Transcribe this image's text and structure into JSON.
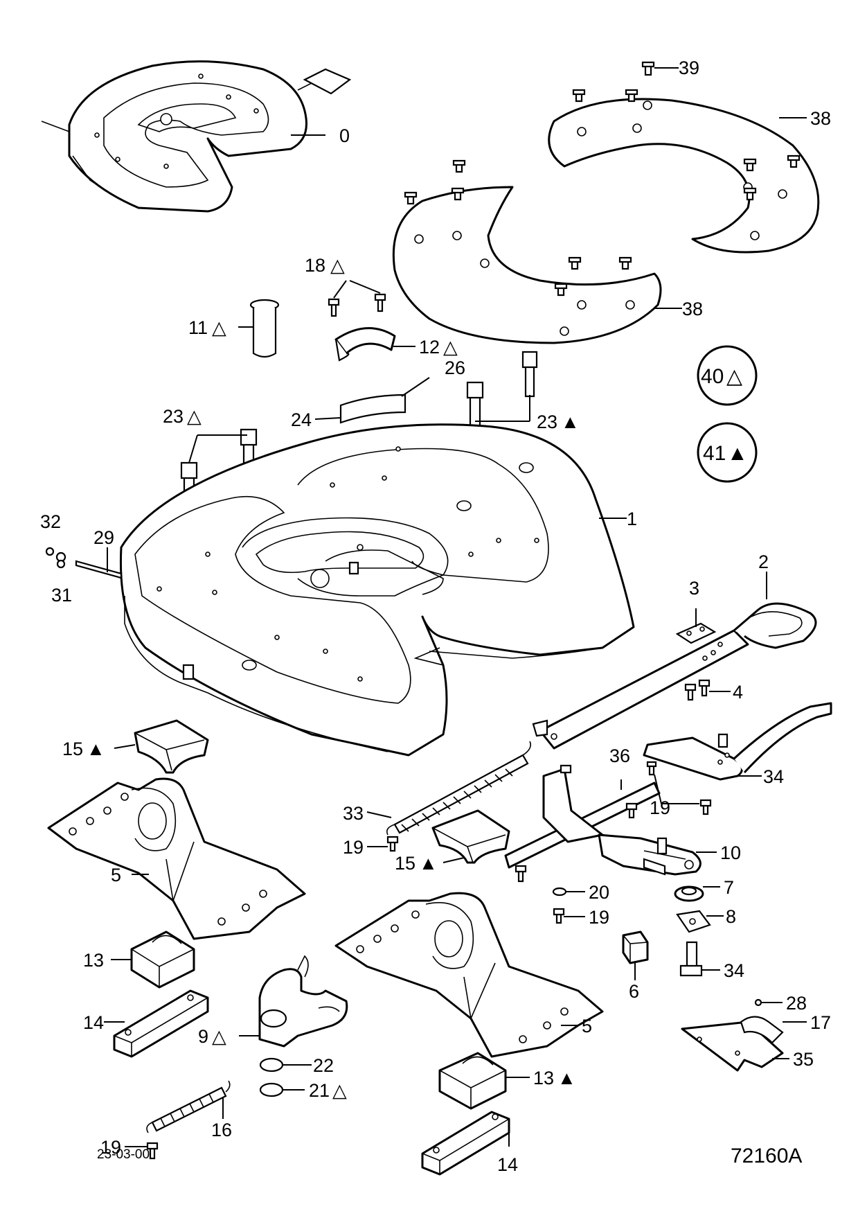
{
  "diagram": {
    "reference_code": "72160A",
    "date": "23-03-00",
    "labels": {
      "p0": "0",
      "p1": "1",
      "p2": "2",
      "p3": "3",
      "p4": "4",
      "p5a": "5",
      "p5b": "5",
      "p6": "6",
      "p7": "7",
      "p8": "8",
      "p9": "9",
      "p10": "10",
      "p11": "11",
      "p12": "12",
      "p13a": "13",
      "p13b": "13",
      "p14a": "14",
      "p14b": "14",
      "p15a": "15",
      "p15b": "15",
      "p16": "16",
      "p17": "17",
      "p18": "18",
      "p19a": "19",
      "p19b": "19",
      "p19c": "19",
      "p19d": "19",
      "p20": "20",
      "p21": "21",
      "p22": "22",
      "p23a": "23",
      "p23b": "23",
      "p24": "24",
      "p26": "26",
      "p28": "28",
      "p29": "29",
      "p31": "31",
      "p32": "32",
      "p33": "33",
      "p34a": "34",
      "p34b": "34",
      "p35": "35",
      "p36": "36",
      "p38a": "38",
      "p38b": "38",
      "p39": "39",
      "p40": "40",
      "p41": "41"
    },
    "symbols": {
      "open_triangle": "△",
      "filled_triangle": "▲"
    }
  }
}
